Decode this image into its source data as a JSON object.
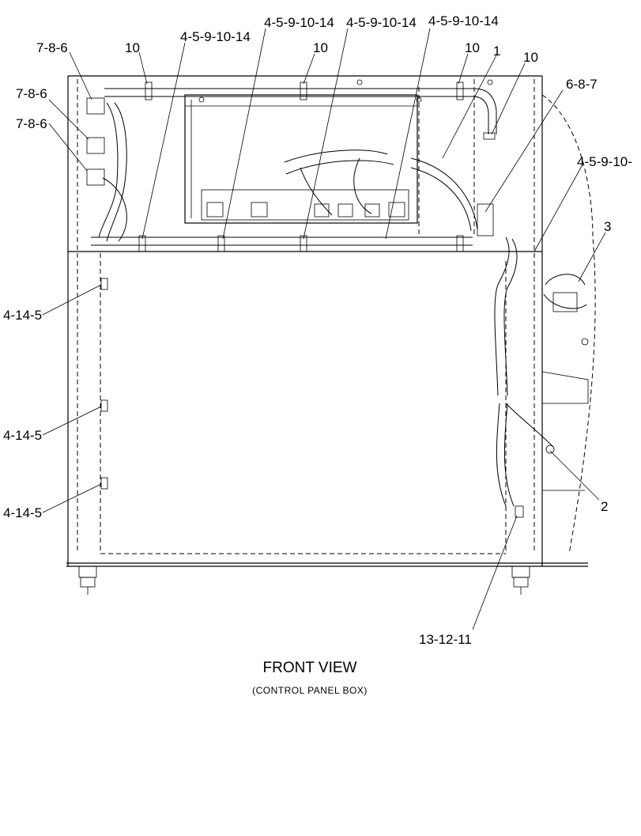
{
  "callouts": {
    "c_786_a": "7-8-6",
    "c_786_b": "7-8-6",
    "c_786_c": "7-8-6",
    "c_10_a": "10",
    "c_10_b": "10",
    "c_10_c": "10",
    "c_10_d": "10",
    "c_4591014_a": "4-5-9-10-14",
    "c_4591014_b": "4-5-9-10-14",
    "c_4591014_c": "4-5-9-10-14",
    "c_4591014_d": "4-5-9-10-14",
    "c_4591014_e": "4-5-9-10-",
    "c_1": "1",
    "c_687": "6-8-7",
    "c_3": "3",
    "c_2": "2",
    "c_4145_a": "4-14-5",
    "c_4145_b": "4-14-5",
    "c_4145_c": "4-14-5",
    "c_131211": "13-12-11"
  },
  "caption": {
    "title": "FRONT VIEW",
    "subtitle": "(CONTROL PANEL BOX)"
  }
}
